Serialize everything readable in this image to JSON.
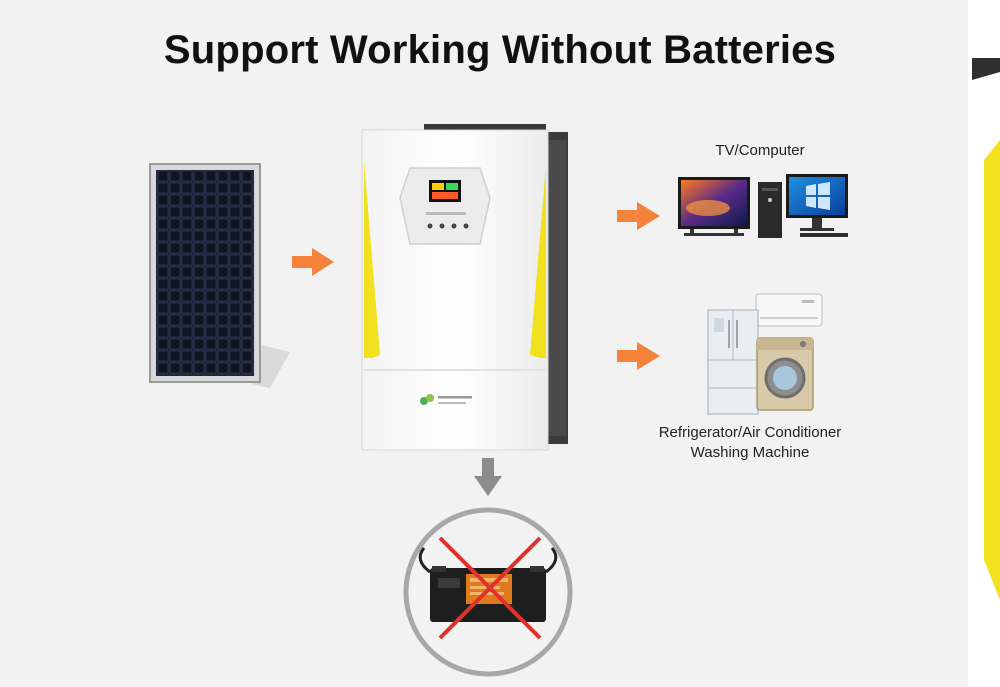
{
  "title": "Support Working Without Batteries",
  "labels": {
    "tv_computer": "TV/Computer",
    "appliances_line1": "Refrigerator/Air Conditioner",
    "appliances_line2": "Washing Machine"
  },
  "colors": {
    "arrow": "#f5823a",
    "down_arrow": "#8c8c8c",
    "cross": "#e0322c",
    "inverter_accent": "#f2e11e",
    "background": "#f2f2f2"
  },
  "icons": [
    "solar-panel-icon",
    "inverter-icon",
    "tv-icon",
    "computer-icon",
    "refrigerator-icon",
    "air-conditioner-icon",
    "washing-machine-icon",
    "battery-icon",
    "cross-icon"
  ]
}
